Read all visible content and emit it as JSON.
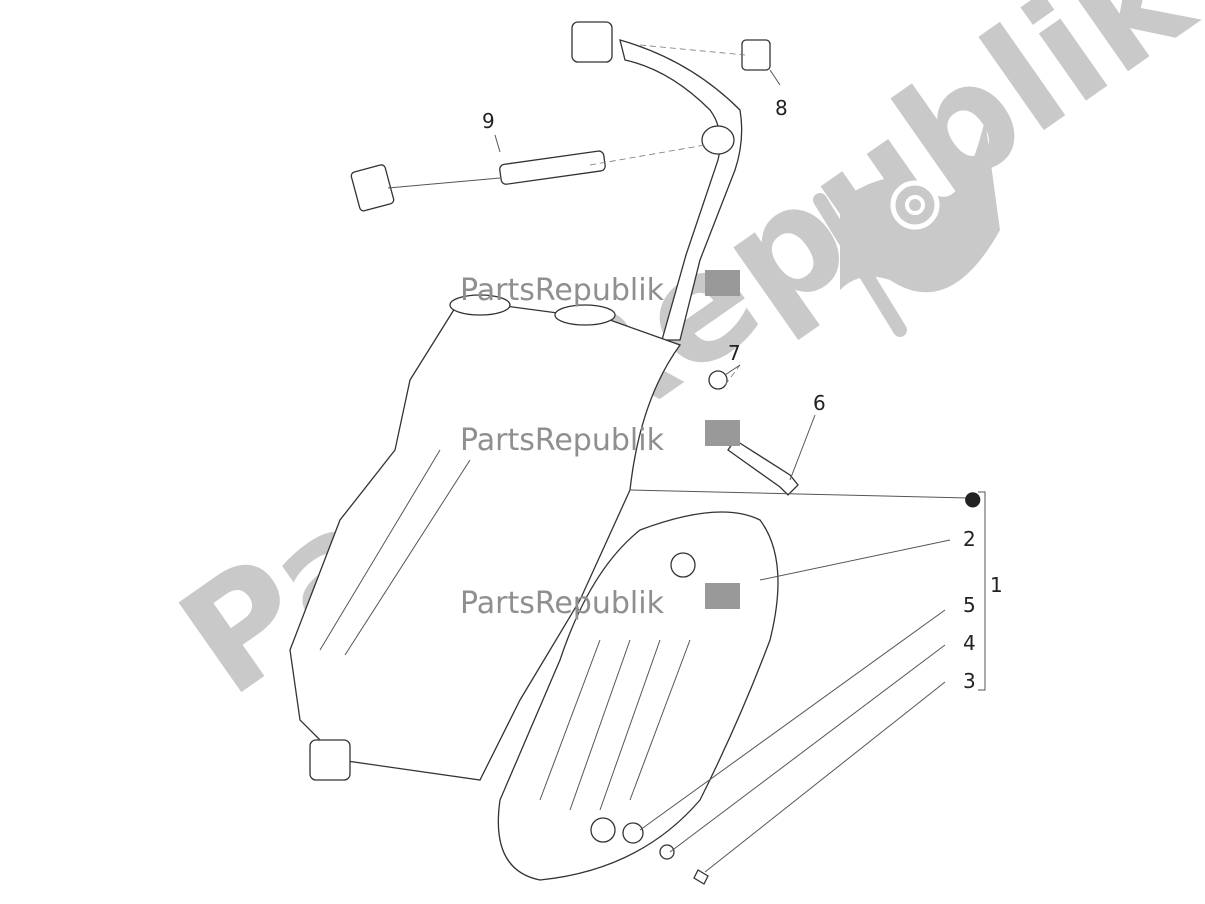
{
  "watermark": {
    "brand": "PartsRepublik",
    "icon": "gear-icon",
    "color": "#c9c9c9"
  },
  "callouts": [
    "1",
    "2",
    "3",
    "4",
    "5",
    "6",
    "7",
    "8",
    "9"
  ],
  "group_marker": "●"
}
